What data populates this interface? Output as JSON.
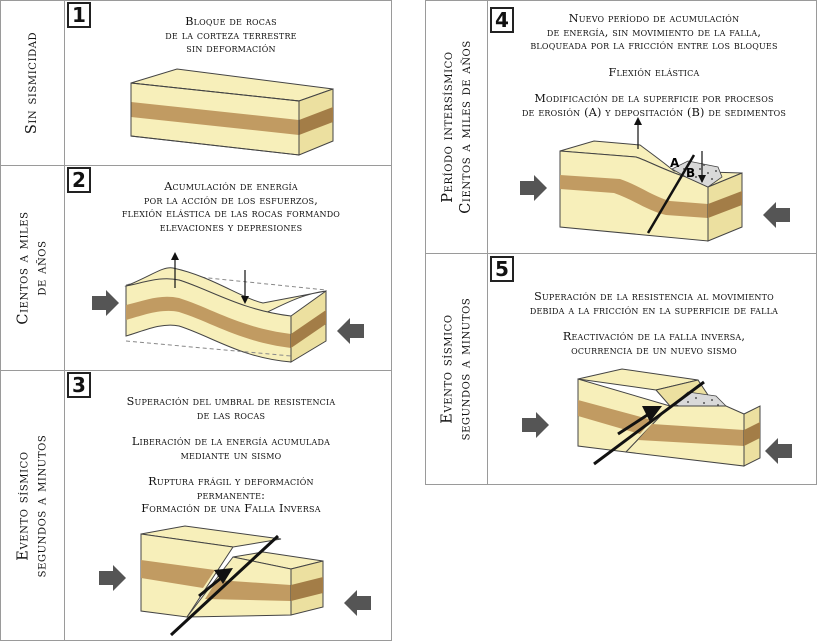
{
  "colors": {
    "rock": "#f7efba",
    "rock_side": "#ece0a0",
    "band": "#c19b62",
    "band_dark": "#a37d47",
    "arrow": "#555555",
    "rubble": "#dcdcdc"
  },
  "left_column": {
    "panels": [
      {
        "number": "1",
        "side_label": [
          "Sin sismicidad"
        ],
        "caption": [
          "Bloque de rocas",
          "de la corteza terrestre",
          "sin deformación"
        ]
      },
      {
        "number": "2",
        "side_label": [
          "Cientos a miles",
          "de años"
        ],
        "caption": [
          "Acumulación de energía",
          "por la acción de los esfuerzos,",
          "flexión elástica de las rocas formando",
          "elevaciones y depresiones"
        ]
      },
      {
        "number": "3",
        "side_label": [
          "Evento sísmico",
          "segundos a minutos"
        ],
        "caption_group_1": [
          "Superación del umbral de resistencia",
          "de las rocas"
        ],
        "caption_group_2": [
          "Liberación de la energía acumulada",
          "mediante un sismo"
        ],
        "caption_group_3": [
          "Ruptura frágil y deformación",
          "permanente:",
          "Formación de una Falla Inversa"
        ]
      }
    ]
  },
  "right_column": {
    "panels": [
      {
        "number": "4",
        "side_label": [
          "Período intersísmico",
          "Cientos a miles de años"
        ],
        "caption_group_1": [
          "Nuevo período de acumulación",
          "de energía, sin movimiento de la falla,",
          "bloqueada por la fricción entre los bloques"
        ],
        "caption_group_2": [
          "Flexión elástica"
        ],
        "caption_group_3": [
          "Modificación de la superficie por procesos",
          "de erosión (A) y depositación (B) de sedimentos"
        ],
        "marker_a": "A",
        "marker_b": "B"
      },
      {
        "number": "5",
        "side_label": [
          "Evento sísmico",
          "segundos a minutos"
        ],
        "caption_group_1": [
          "Superación de la resistencia al movimiento",
          "debida a la fricción en la superficie de falla"
        ],
        "caption_group_2": [
          "Reactivación de la falla inversa,",
          "ocurrencia de un nuevo sismo"
        ]
      }
    ]
  }
}
